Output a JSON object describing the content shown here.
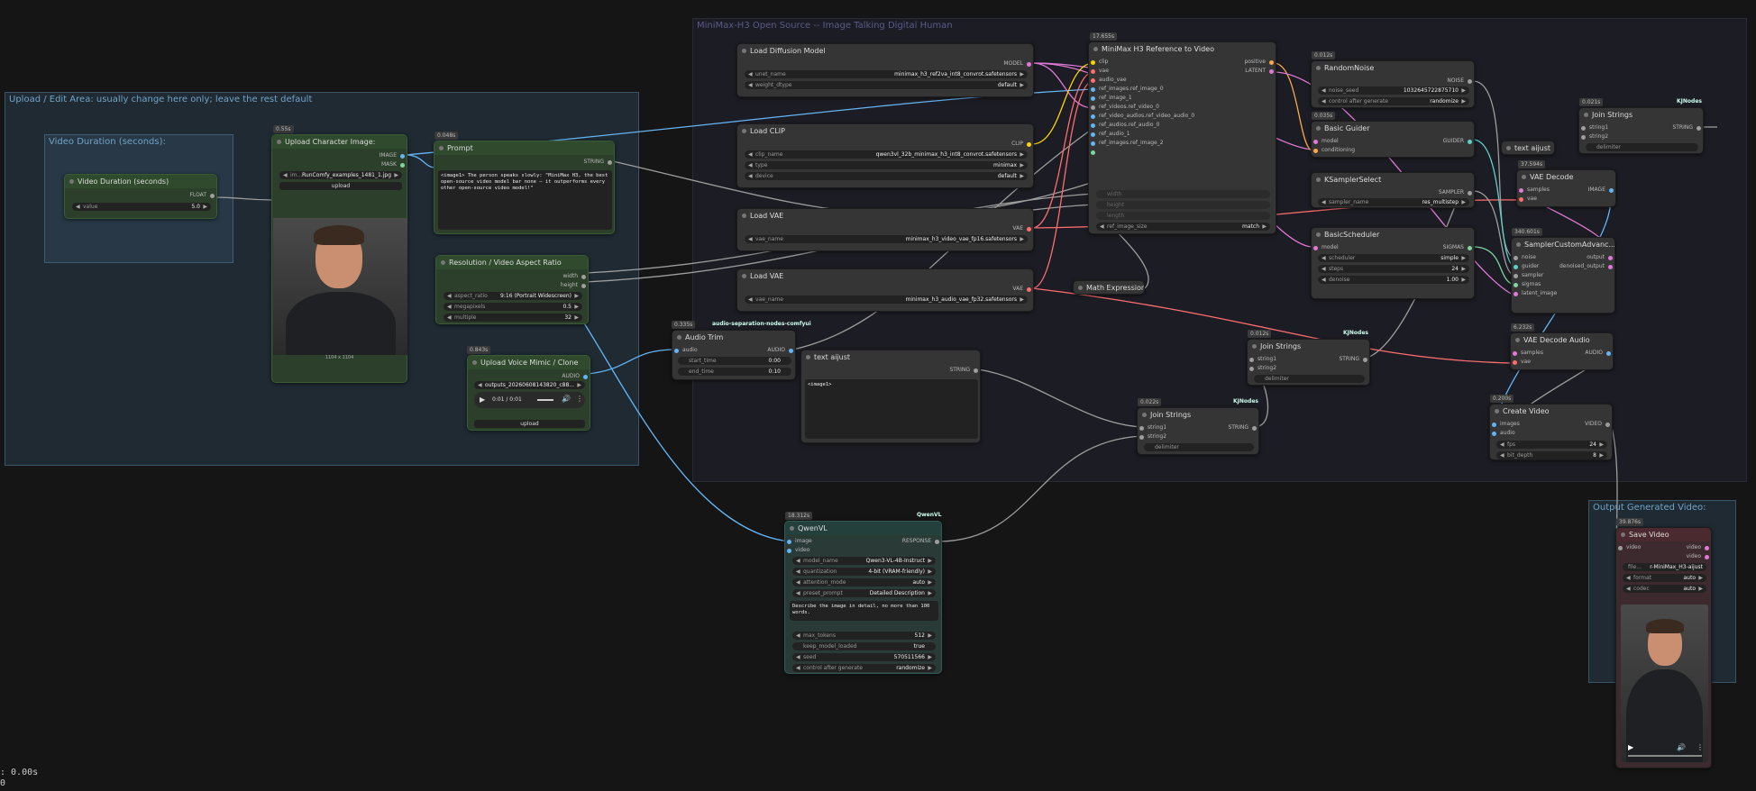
{
  "groups": {
    "main": "MiniMax-H3 Open Source -- Image Talking Digital Human",
    "upload": "Upload / Edit Area: usually change here only; leave the rest default",
    "duration": "Video Duration (seconds):",
    "output": "Output Generated Video:"
  },
  "colors": {
    "wire_blue": "#64b5f6",
    "wire_yellow": "#ffd500",
    "wire_red": "#ff6e6e",
    "wire_gray": "#9e9e9e",
    "wire_green": "#7ed6a0",
    "wire_teal": "#5cd1c8",
    "wire_pink": "#e07ad6"
  },
  "nodes": {
    "duration": {
      "title": "Video Duration (seconds)",
      "out": "FLOAT",
      "w_label": "value",
      "w_value": "5.0"
    },
    "upload_image": {
      "badge": "0.55s",
      "title": "Upload Character Image:",
      "out1": "IMAGE",
      "out2": "MASK",
      "w_label": "im...",
      "w_value": "RunComfy_examples_1481_1.jpg",
      "btn": "upload",
      "caption": "1104 x 1104"
    },
    "prompt": {
      "badge": "0.048s",
      "title": "Prompt",
      "out": "STRING",
      "text": "<image1> The person speaks slowly: \"MiniMax H3, the best open-source video model bar none — it outperforms every other open-source video model!\""
    },
    "resolution": {
      "title": "Resolution / Video Aspect Ratio",
      "out1": "width",
      "out2": "height",
      "w1_label": "aspect_ratio",
      "w1_value": "9:16 (Portrait Widescreen)",
      "w2_label": "megapixels",
      "w2_value": "0.5",
      "w3_label": "multiple",
      "w3_value": "32"
    },
    "voice": {
      "badge": "0.843s",
      "title": "Upload Voice Mimic / Clone",
      "out": "AUDIO",
      "w_value": "outputs_20260608143820_c88...",
      "time": "0:01 / 0:01",
      "btn": "upload"
    },
    "audio_trim": {
      "badge": "0.335s",
      "tag": "audio-separation-nodes-comfyui",
      "title": "Audio Trim",
      "in": "audio",
      "out": "AUDIO",
      "w1_label": "start_time",
      "w1_value": "0:00",
      "w2_label": "end_time",
      "w2_value": "0:10"
    },
    "text_adjust": {
      "title": "text aijust",
      "out": "STRING",
      "text": "<image1>"
    },
    "load_diffusion": {
      "title": "Load Diffusion Model",
      "out": "MODEL",
      "w1_label": "unet_name",
      "w1_value": "minimax_h3_ref2va_int8_convrot.safetensors",
      "w2_label": "weight_dtype",
      "w2_value": "default"
    },
    "load_clip": {
      "title": "Load CLIP",
      "out": "CLIP",
      "w1_label": "clip_name",
      "w1_value": "qwen3vl_32b_minimax_h3_int8_convrot.safetensors",
      "w2_label": "type",
      "w2_value": "minimax",
      "w3_label": "device",
      "w3_value": "default"
    },
    "load_vae1": {
      "title": "Load VAE",
      "out": "VAE",
      "w_label": "vae_name",
      "w_value": "minimax_h3_video_vae_fp16.safetensors"
    },
    "load_vae2": {
      "title": "Load VAE",
      "out": "VAE",
      "w_label": "vae_name",
      "w_value": "minimax_h3_audio_vae_fp32.safetensors"
    },
    "ref_video": {
      "badge": "17.655s",
      "title": "MiniMax H3 Reference to Video",
      "inputs": [
        "clip",
        "vae",
        "audio_vae",
        "ref_images.ref_image_0",
        "ref_image_1",
        "ref_videos.ref_video_0",
        "ref_video_audios.ref_video_audio_0",
        "ref_audios.ref_audio_0",
        "ref_audio_1",
        "ref_images.ref_image_2",
        ""
      ],
      "out1": "positive",
      "out2": "LATENT",
      "w_dims": [
        "width",
        "height",
        "length"
      ],
      "w_label": "ref_image_size",
      "w_value": "match"
    },
    "math": {
      "title": "Math Expression"
    },
    "random_noise": {
      "badge": "0.012s",
      "title": "RandomNoise",
      "out": "NOISE",
      "w1_label": "noise_seed",
      "w1_value": "1032645722875710",
      "w2_label": "control after generate",
      "w2_value": "randomize"
    },
    "basic_guider": {
      "badge": "0.035s",
      "title": "Basic Guider",
      "in1": "model",
      "in2": "conditioning",
      "out": "GUIDER"
    },
    "ksampler_select": {
      "title": "KSamplerSelect",
      "out": "SAMPLER",
      "w_label": "sampler_name",
      "w_value": "res_multistep"
    },
    "basic_scheduler": {
      "title": "BasicScheduler",
      "in": "model",
      "out": "SIGMAS",
      "w1_label": "scheduler",
      "w1_value": "simple",
      "w2_label": "steps",
      "w2_value": "24",
      "w3_label": "denoise",
      "w3_value": "1.00"
    },
    "join_top": {
      "badge": "0.021s",
      "tag": "KJNodes",
      "title": "Join Strings",
      "in1": "string1",
      "in2": "string2",
      "out": "STRING",
      "w": "delimiter"
    },
    "text_adjust_small": {
      "title": "text aijust"
    },
    "vae_decode": {
      "badge": "37.594s",
      "title": "VAE Decode",
      "in1": "samples",
      "in2": "vae",
      "out": "IMAGE"
    },
    "sampler_custom": {
      "badge": "340.601s",
      "title": "SamplerCustomAdvanc...",
      "inputs": [
        "noise",
        "guider",
        "sampler",
        "sigmas",
        "latent_image"
      ],
      "out1": "output",
      "out2": "denoised_output"
    },
    "vae_decode_audio": {
      "badge": "6.232s",
      "title": "VAE Decode Audio",
      "in1": "samples",
      "in2": "vae",
      "out": "AUDIO"
    },
    "join_mid": {
      "badge": "0.012s",
      "tag": "KJNodes",
      "title": "Join Strings",
      "in1": "string1",
      "in2": "string2",
      "out": "STRING",
      "w": "delimiter"
    },
    "join_low": {
      "badge": "0.022s",
      "tag": "KJNodes",
      "title": "Join Strings",
      "in1": "string1",
      "in2": "string2",
      "out": "STRING",
      "w": "delimiter"
    },
    "create_video": {
      "badge": "0.200s",
      "title": "Create Video",
      "in1": "images",
      "in2": "audio",
      "out": "VIDEO",
      "w1_label": "fps",
      "w1_value": "24",
      "w2_label": "bit_depth",
      "w2_value": "8"
    },
    "qwenvl": {
      "badge": "18.312s",
      "tag": "QwenVL",
      "title": "QwenVL",
      "in1": "image",
      "in2": "video",
      "out": "RESPONSE",
      "w1_label": "model_name",
      "w1_value": "Qwen3-VL-4B-Instruct",
      "w2_label": "quantization",
      "w2_value": "4-bit (VRAM-friendly)",
      "w3_label": "attention_mode",
      "w3_value": "auto",
      "w4_label": "preset_prompt",
      "w4_value": "Detailed Description",
      "text": "Describe the image in detail, no more than 100 words.",
      "w5_label": "max_tokens",
      "w5_value": "512",
      "w6_label": "keep_model_loaded",
      "w6_value": "true",
      "w7_label": "seed",
      "w7_value": "570511566",
      "w8_label": "control after generate",
      "w8_value": "randomize"
    },
    "save_video": {
      "badge": "39.876s",
      "title": "Save Video",
      "in": "video",
      "out1": "video",
      "out2": "video",
      "w1_label": "file...",
      "w1_value": "r-MiniMax_H3-aijust",
      "w2_label": "format",
      "w2_value": "auto",
      "w3_label": "codec",
      "w3_value": "auto"
    }
  },
  "status": {
    "line1": ": 0.00s",
    "line2": "0"
  }
}
